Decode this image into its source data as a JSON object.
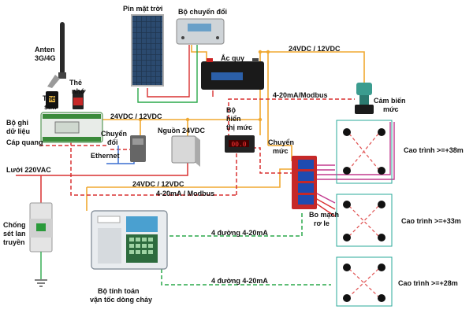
{
  "labels": {
    "antenna": "Anten",
    "antenna_sub": "3G/4G",
    "memory_card_1": "Thẻ",
    "memory_card_2": "nhớ",
    "sim_card_1": "Thẻ",
    "sim_card_2": "sim",
    "data_logger_1": "Bộ ghi",
    "data_logger_2": "dữ liệu",
    "fiber_optic": "Cáp quang",
    "ethernet": "Ethernet",
    "ac_mains": "Lưới 220VAC",
    "solar_panel": "Pin mặt trời",
    "charge_controller": "Bộ chuyển đổi",
    "battery": "Ắc quy",
    "power_top": "24VDC / 12VDC",
    "signal_top": "4-20mA/Modbus",
    "level_sensor_1": "Cảm biến",
    "level_sensor_2": "mức",
    "power_mid": "24VDC / 12VDC",
    "display_1": "Bộ",
    "display_2": "hiển",
    "display_3": "thị mức",
    "converter_1": "Chuyển",
    "converter_2": "đổi",
    "power_supply": "Nguồn 24VDC",
    "level_switch_1": "Chuyển",
    "level_switch_2": "mức",
    "power_low": "24VDC / 12VDC",
    "signal_low": "4-20mA / Modbus",
    "relay_board_1": "Bo mạch",
    "relay_board_2": "rơ le",
    "four_lines_1": "4 đường 4-20mA",
    "four_lines_2": "4 đường 4-20mA",
    "surge_1": "Chống",
    "surge_2": "sét lan",
    "surge_3": "truyền",
    "flow_computer_1": "Bộ tính toán",
    "flow_computer_2": "vận tốc dòng chảy",
    "level_38m": "Cao trình >=+38m",
    "level_33m": "Cao trình >=+33m",
    "level_28m": "Cao trình >=+28m"
  },
  "colors": {
    "power_bus": "#f0a830",
    "solar_wire": "#2aa84a",
    "signal_dashed": "#d93030",
    "ac_mains": "#d93030",
    "ethernet": "#3a6fd0",
    "four_line_dashed": "#2aa84a",
    "relay_output": "#c23a8e"
  },
  "display_reading": "00.0"
}
